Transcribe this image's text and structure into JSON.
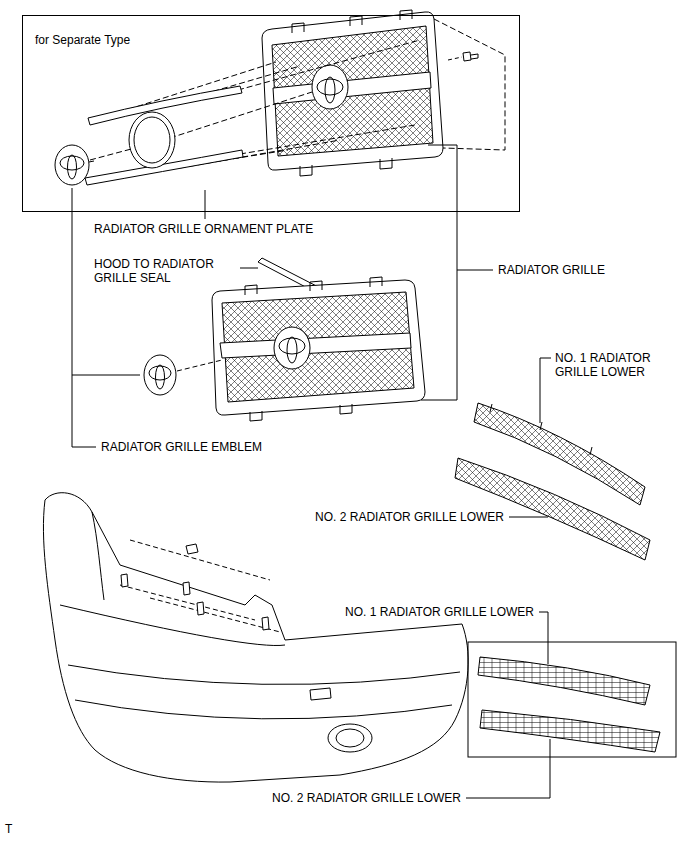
{
  "diagram": {
    "nodes": [
      {
        "text": [
          "for Separate Type"
        ]
      }
    ],
    "labels": [
      "RADIATOR GRILLE ORNAMENT PLATE",
      "HOOD TO RADIATOR GRILLE SEAL",
      "RADIATOR GRILLE",
      "NO. 1 RADIATOR GRILLE LOWER",
      "RADIATOR GRILLE EMBLEM",
      "NO. 2 RADIATOR GRILLE LOWER",
      "NO. 1 RADIATOR GRILLE LOWER",
      "NO. 2 RADIATOR GRILLE LOWER",
      "T"
    ]
  }
}
